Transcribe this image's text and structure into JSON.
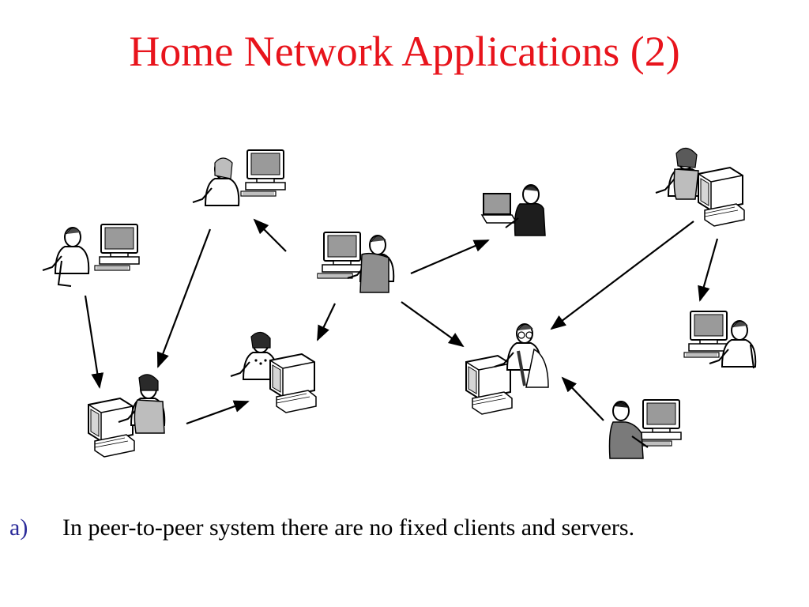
{
  "slide": {
    "title": "Home Network Applications (2)",
    "title_color": "#e8141c"
  },
  "caption": {
    "marker": "a)",
    "marker_color": "#2b2b9a",
    "text": "In  peer-to-peer system there are no fixed clients and servers."
  },
  "nodes": [
    {
      "id": "woman-top-left",
      "icon": "person-at-desktop-icon"
    },
    {
      "id": "man-far-left",
      "icon": "person-at-desktop-icon"
    },
    {
      "id": "man-center",
      "icon": "person-at-desktop-icon"
    },
    {
      "id": "man-laptop",
      "icon": "person-at-laptop-icon"
    },
    {
      "id": "woman-top-right",
      "icon": "person-at-desktop-icon"
    },
    {
      "id": "man-right",
      "icon": "person-at-desktop-icon"
    },
    {
      "id": "woman-bottom-left",
      "icon": "person-at-desktop-icon"
    },
    {
      "id": "woman-middle",
      "icon": "person-at-desktop-icon"
    },
    {
      "id": "man-center-bottom",
      "icon": "person-at-desktop-icon"
    },
    {
      "id": "man-bottom-right",
      "icon": "person-at-desktop-icon"
    }
  ],
  "edges": [
    {
      "from": "man-center",
      "to": "woman-top-left"
    },
    {
      "from": "man-center",
      "to": "man-laptop"
    },
    {
      "from": "man-center",
      "to": "woman-middle"
    },
    {
      "from": "man-center",
      "to": "man-center-bottom"
    },
    {
      "from": "woman-top-left",
      "to": "woman-bottom-left"
    },
    {
      "from": "man-far-left",
      "to": "woman-bottom-left"
    },
    {
      "from": "woman-bottom-left",
      "to": "woman-middle"
    },
    {
      "from": "woman-top-right",
      "to": "man-center-bottom"
    },
    {
      "from": "woman-top-right",
      "to": "man-right"
    },
    {
      "from": "man-bottom-right",
      "to": "man-center-bottom"
    }
  ]
}
